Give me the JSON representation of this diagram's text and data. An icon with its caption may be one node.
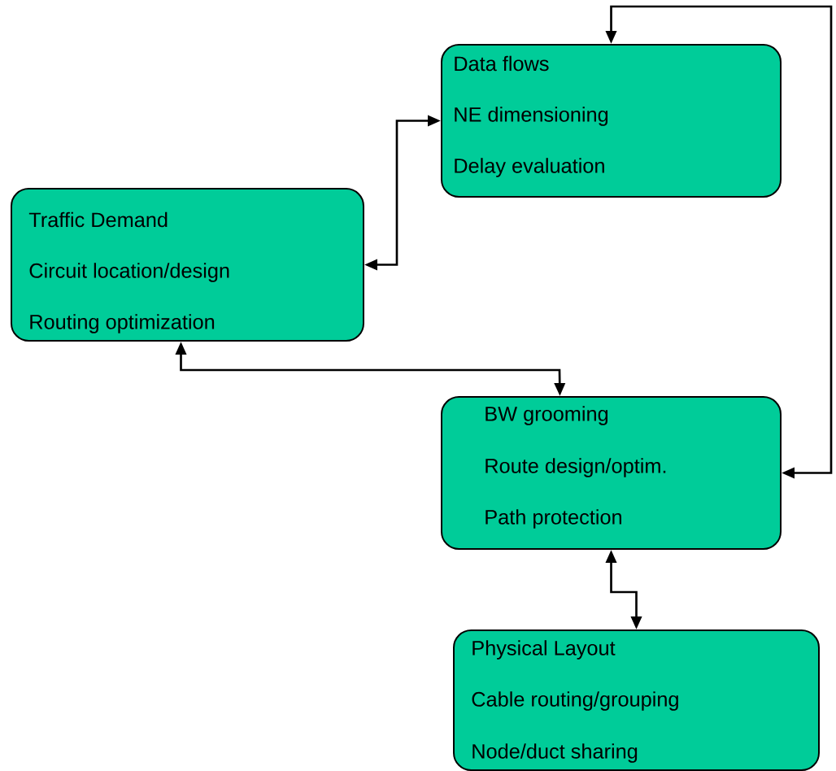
{
  "diagram": {
    "nodes": [
      {
        "text": [
          "Data flows",
          "NE  dimensioning",
          "Delay evaluation"
        ]
      },
      {
        "text": [
          "Traffic Demand",
          "Circuit location/design",
          "Routing optimization"
        ]
      },
      {
        "text": [
          "BW grooming",
          "Route design/optim.",
          "Path protection"
        ]
      },
      {
        "text": [
          "Physical Layout",
          "Cable routing/grouping",
          "Node/duct  sharing"
        ]
      }
    ],
    "edges": [
      {
        "from": 1,
        "to": 0,
        "arrow": "both"
      },
      {
        "from": 1,
        "to": 2,
        "arrow": "both"
      },
      {
        "from": 0,
        "to": 2,
        "arrow": "both"
      },
      {
        "from": 2,
        "to": 3,
        "arrow": "both"
      }
    ]
  }
}
